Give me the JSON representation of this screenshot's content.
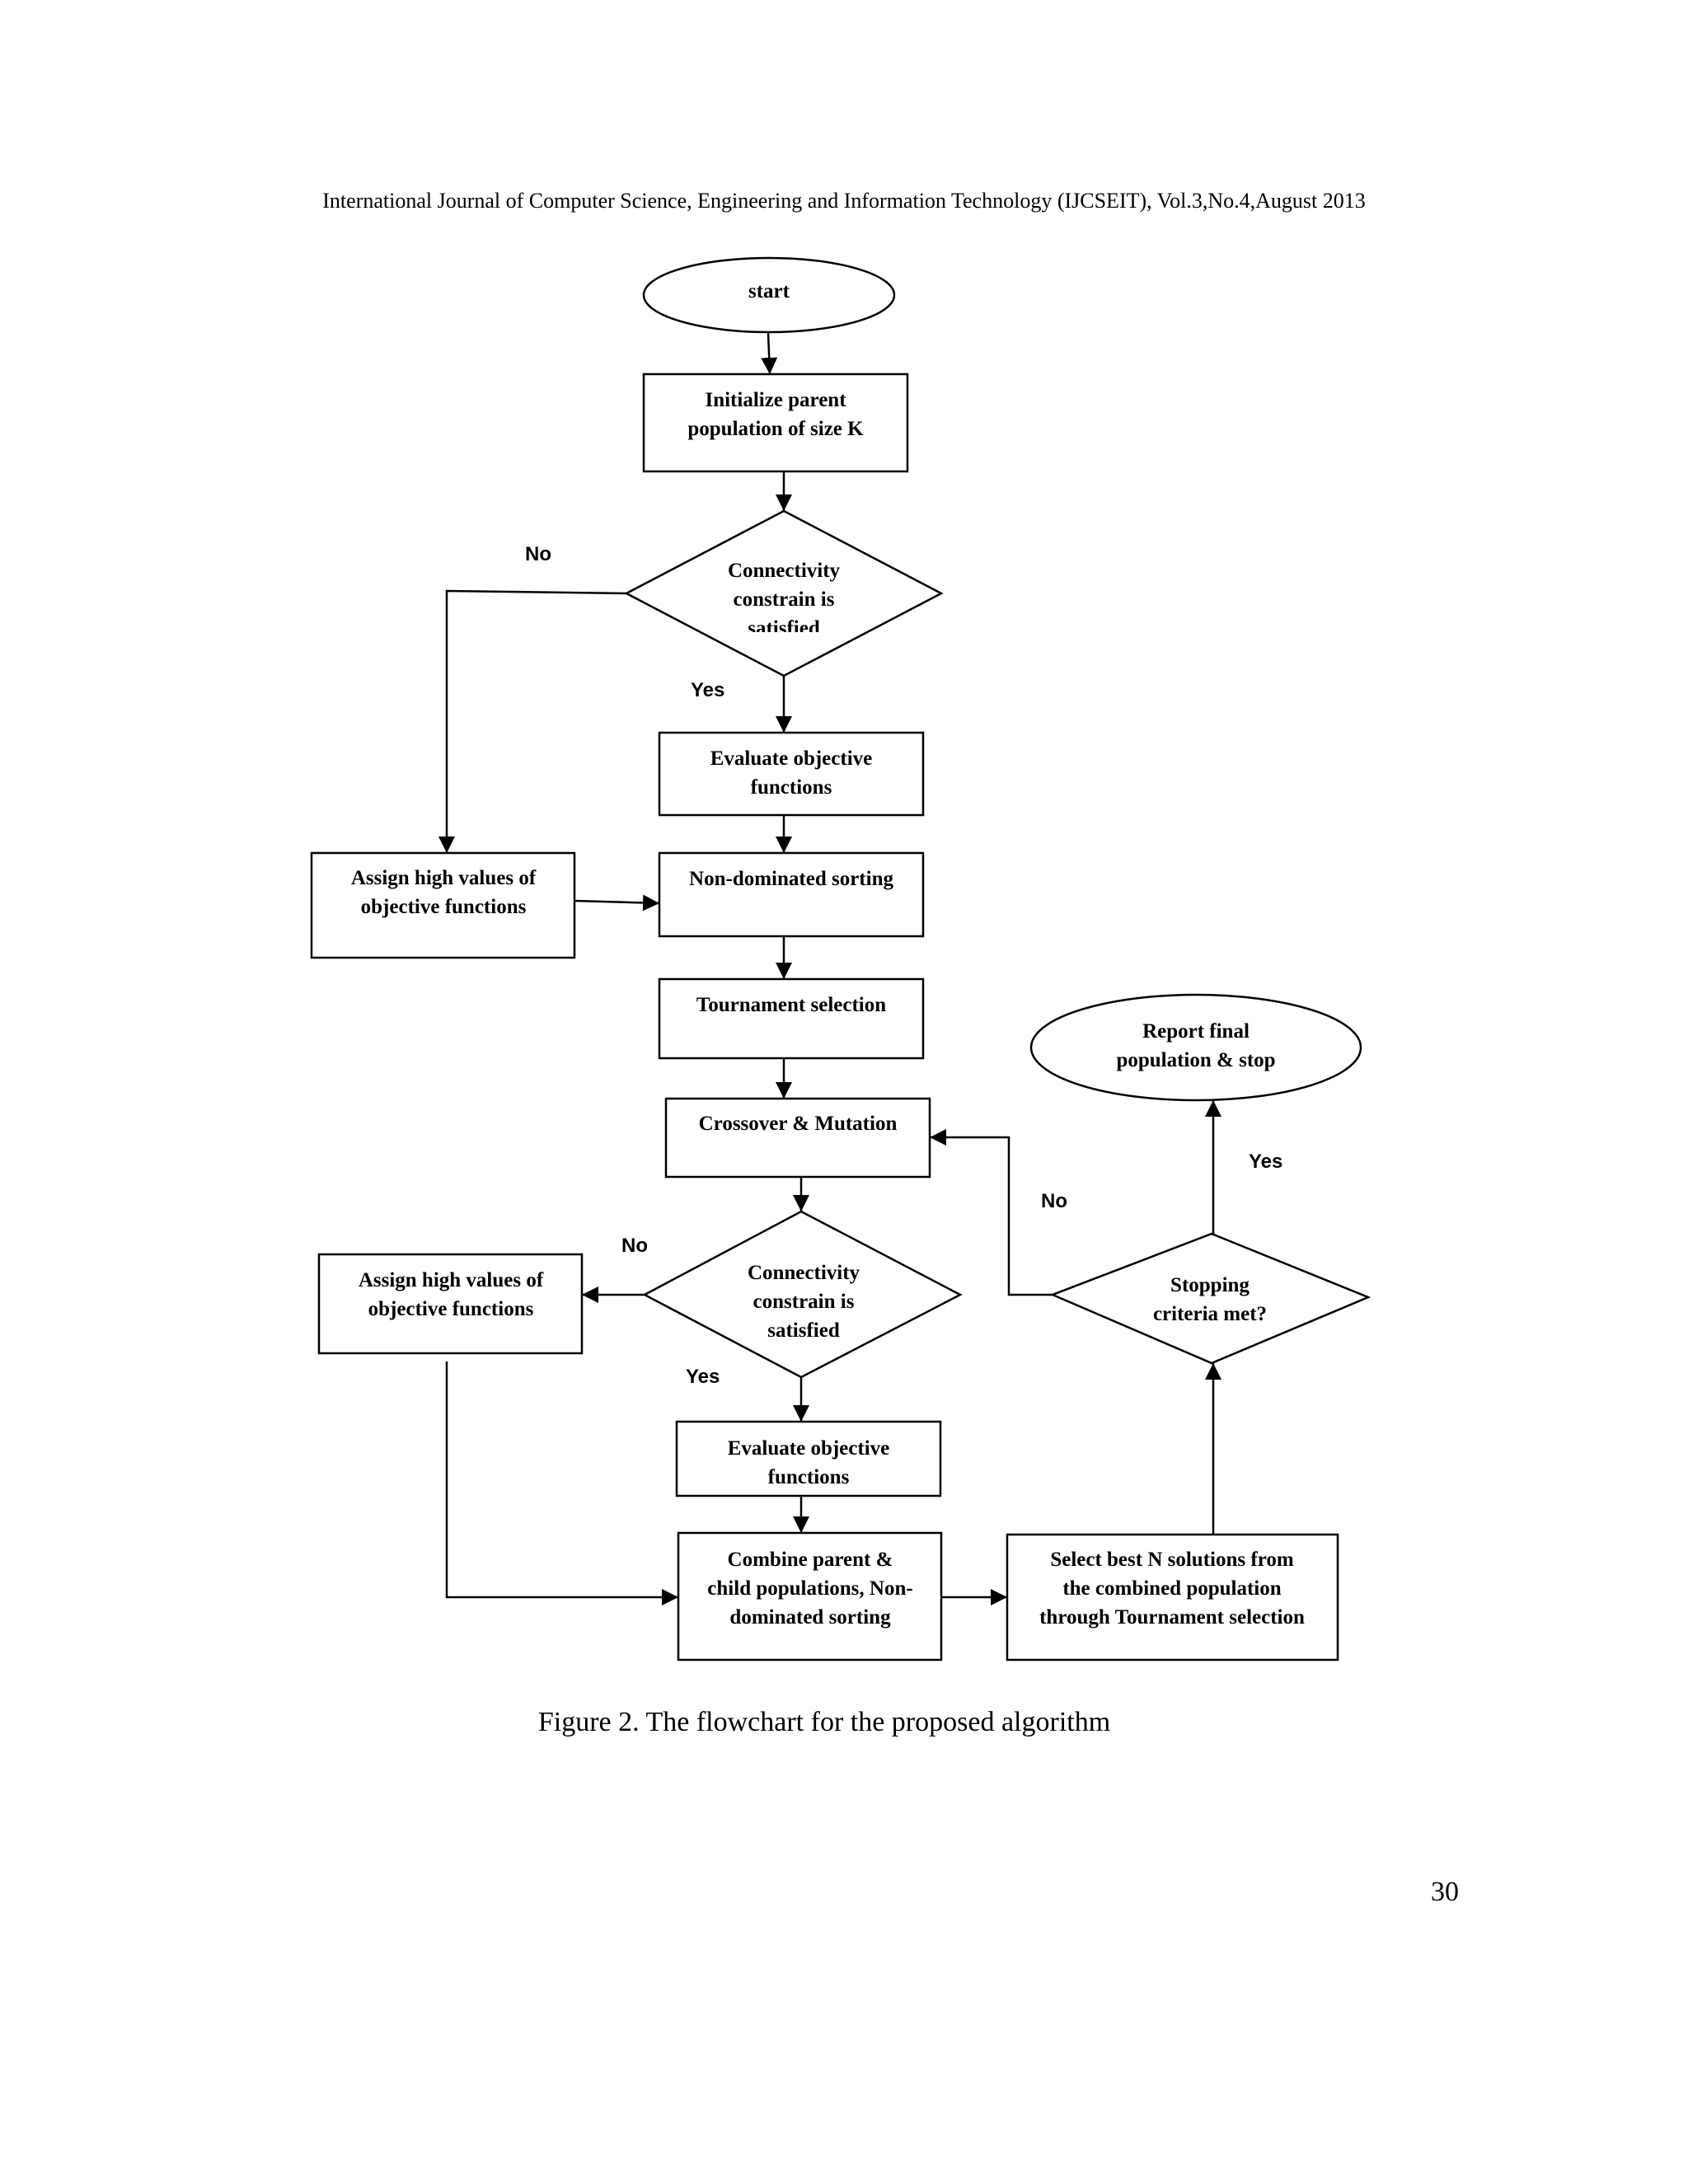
{
  "header": "International Journal of Computer Science, Engineering and Information Technology (IJCSEIT), Vol.3,No.4,August 2013",
  "caption": "Figure 2. The flowchart for the proposed algorithm",
  "page_number": "30",
  "flowchart": {
    "start": [
      "start"
    ],
    "init": [
      "Initialize parent",
      "population of size K"
    ],
    "check1": [
      "Connectivity",
      "constrain is",
      "satisfied"
    ],
    "eval1": [
      "Evaluate objective",
      "functions"
    ],
    "assign1": [
      "Assign high values of",
      "objective functions"
    ],
    "sort1": [
      "Non-dominated sorting"
    ],
    "tournament": [
      "Tournament selection"
    ],
    "crossover": [
      "Crossover & Mutation"
    ],
    "check2": [
      "Connectivity",
      "constrain is",
      "satisfied"
    ],
    "assign2": [
      "Assign high values of",
      "objective functions"
    ],
    "eval2": [
      "Evaluate objective",
      "functions"
    ],
    "combine": [
      "Combine parent &",
      "child populations, Non-",
      "dominated sorting"
    ],
    "select": [
      "Select best N solutions from",
      "the combined population",
      "through Tournament selection"
    ],
    "stopping": [
      "Stopping",
      "criteria met?"
    ],
    "report": [
      "Report final",
      "population &  stop"
    ],
    "labels": {
      "no1": "No",
      "yes1": "Yes",
      "no2": "No",
      "yes2": "Yes",
      "no3": "No",
      "yes3": "Yes"
    }
  }
}
